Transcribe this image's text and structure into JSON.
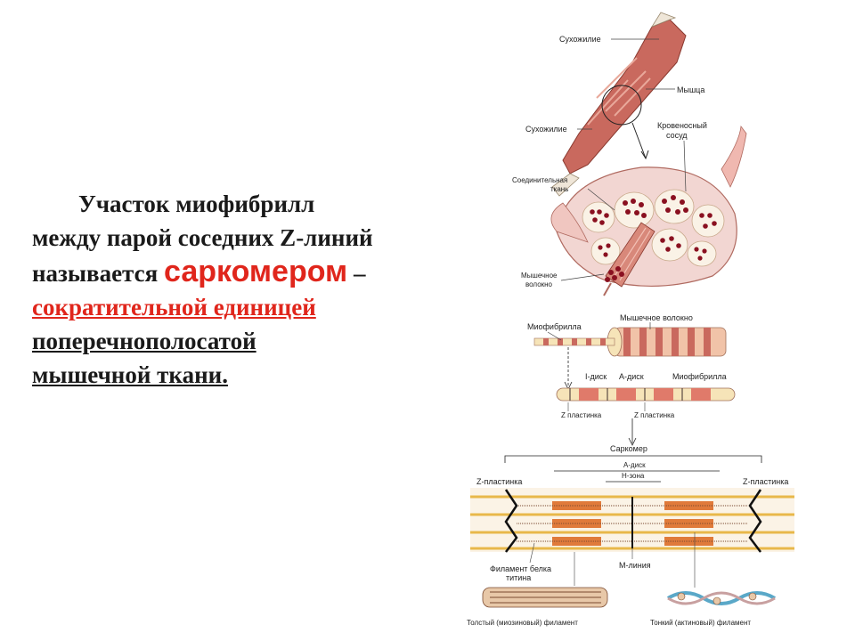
{
  "text": {
    "line1": "Участок миофибрилл",
    "line2": "между парой соседних Z-линий",
    "line3_prefix": "называется ",
    "term": "саркомером",
    "line3_suffix": " –",
    "line4": "сократительной единицей",
    "line5": "поперечнополосатой",
    "line6": "мышечной ткани."
  },
  "labels": {
    "tendon_top": "Сухожилие",
    "muscle": "Мышца",
    "tendon_bottom": "Сухожилие",
    "blood_vessel_1": "Кровеносный",
    "blood_vessel_2": "сосуд",
    "connective_1": "Соединительная",
    "connective_2": "ткань",
    "muscle_fiber_1": "Мышечное",
    "muscle_fiber_2": "волокно",
    "myofibril": "Миофибрилла",
    "muscle_fiber_full": "Мышечное волокно",
    "i_disc": "I-диск",
    "a_disc": "А-диск",
    "myofibril_2": "Миофибрилла",
    "z_plate_1": "Z пластинка",
    "z_plate_2": "Z пластинка",
    "sarcomere": "Саркомер",
    "a_disc_2": "А-диск",
    "h_zone": "Н-зона",
    "z_plate_left": "Z-пластинка",
    "z_plate_right": "Z-пластинка",
    "titin_1": "Филамент белка",
    "titin_2": "титина",
    "m_line": "М-линия",
    "thick_filament": "Толстый (миозиновый) филамент",
    "thin_filament": "Тонкий (актиновый) филамент"
  },
  "colors": {
    "text": "#1a1a1a",
    "accent_red": "#e0261c",
    "muscle": "#c9695e",
    "fiber_dot": "#8a1020",
    "myosin": "#e07a3a",
    "actin_line": "#e8b84a",
    "z_line": "#111111"
  }
}
